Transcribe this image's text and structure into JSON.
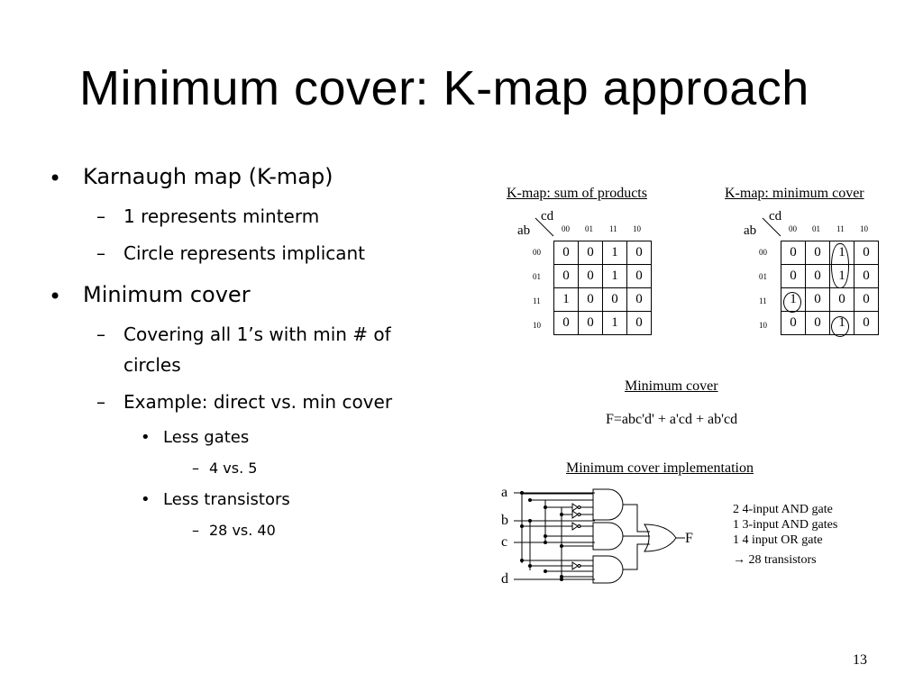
{
  "title": "Minimum cover: K-map approach",
  "bullets": {
    "kmap": "Karnaugh map (K-map)",
    "kmap_sub1": "1 represents minterm",
    "kmap_sub2": "Circle represents implicant",
    "mincover": "Minimum cover",
    "mincover_sub1_line1": "Covering all 1’s with min # of",
    "mincover_sub1_line2": "circles",
    "mincover_sub2": "Example: direct vs. min cover",
    "less_gates": "Less gates",
    "less_gates_val": "4 vs. 5",
    "less_transistors": "Less transistors",
    "less_transistors_val": "28 vs. 40",
    "dot": "•",
    "dash": "–"
  },
  "kmap_sop": {
    "title": "K-map: sum of products",
    "row_var": "ab",
    "col_var": "cd",
    "col_headers": [
      "00",
      "01",
      "11",
      "10"
    ],
    "row_headers": [
      "00",
      "01",
      "11",
      "10"
    ],
    "cells": [
      [
        "0",
        "0",
        "1",
        "0"
      ],
      [
        "0",
        "0",
        "1",
        "0"
      ],
      [
        "1",
        "0",
        "0",
        "0"
      ],
      [
        "0",
        "0",
        "1",
        "0"
      ]
    ]
  },
  "kmap_min": {
    "title": "K-map: minimum cover",
    "row_var": "ab",
    "col_var": "cd",
    "col_headers": [
      "00",
      "01",
      "11",
      "10"
    ],
    "row_headers": [
      "00",
      "01",
      "11",
      "10"
    ],
    "cells": [
      [
        "0",
        "0",
        "1",
        "0"
      ],
      [
        "0",
        "0",
        "1",
        "0"
      ],
      [
        "1",
        "0",
        "0",
        "0"
      ],
      [
        "0",
        "0",
        "1",
        "0"
      ]
    ]
  },
  "min_cover": {
    "title": "Minimum cover",
    "expression": "F=abc'd' + a'cd + ab'cd"
  },
  "implementation": {
    "title": "Minimum cover implementation",
    "inputs": [
      "a",
      "b",
      "c",
      "d"
    ],
    "output": "F",
    "notes": [
      "2 4-input AND gate",
      "1 3-input AND gates",
      "1 4 input OR gate",
      "→ 28 transistors"
    ]
  },
  "slide_number": "13"
}
